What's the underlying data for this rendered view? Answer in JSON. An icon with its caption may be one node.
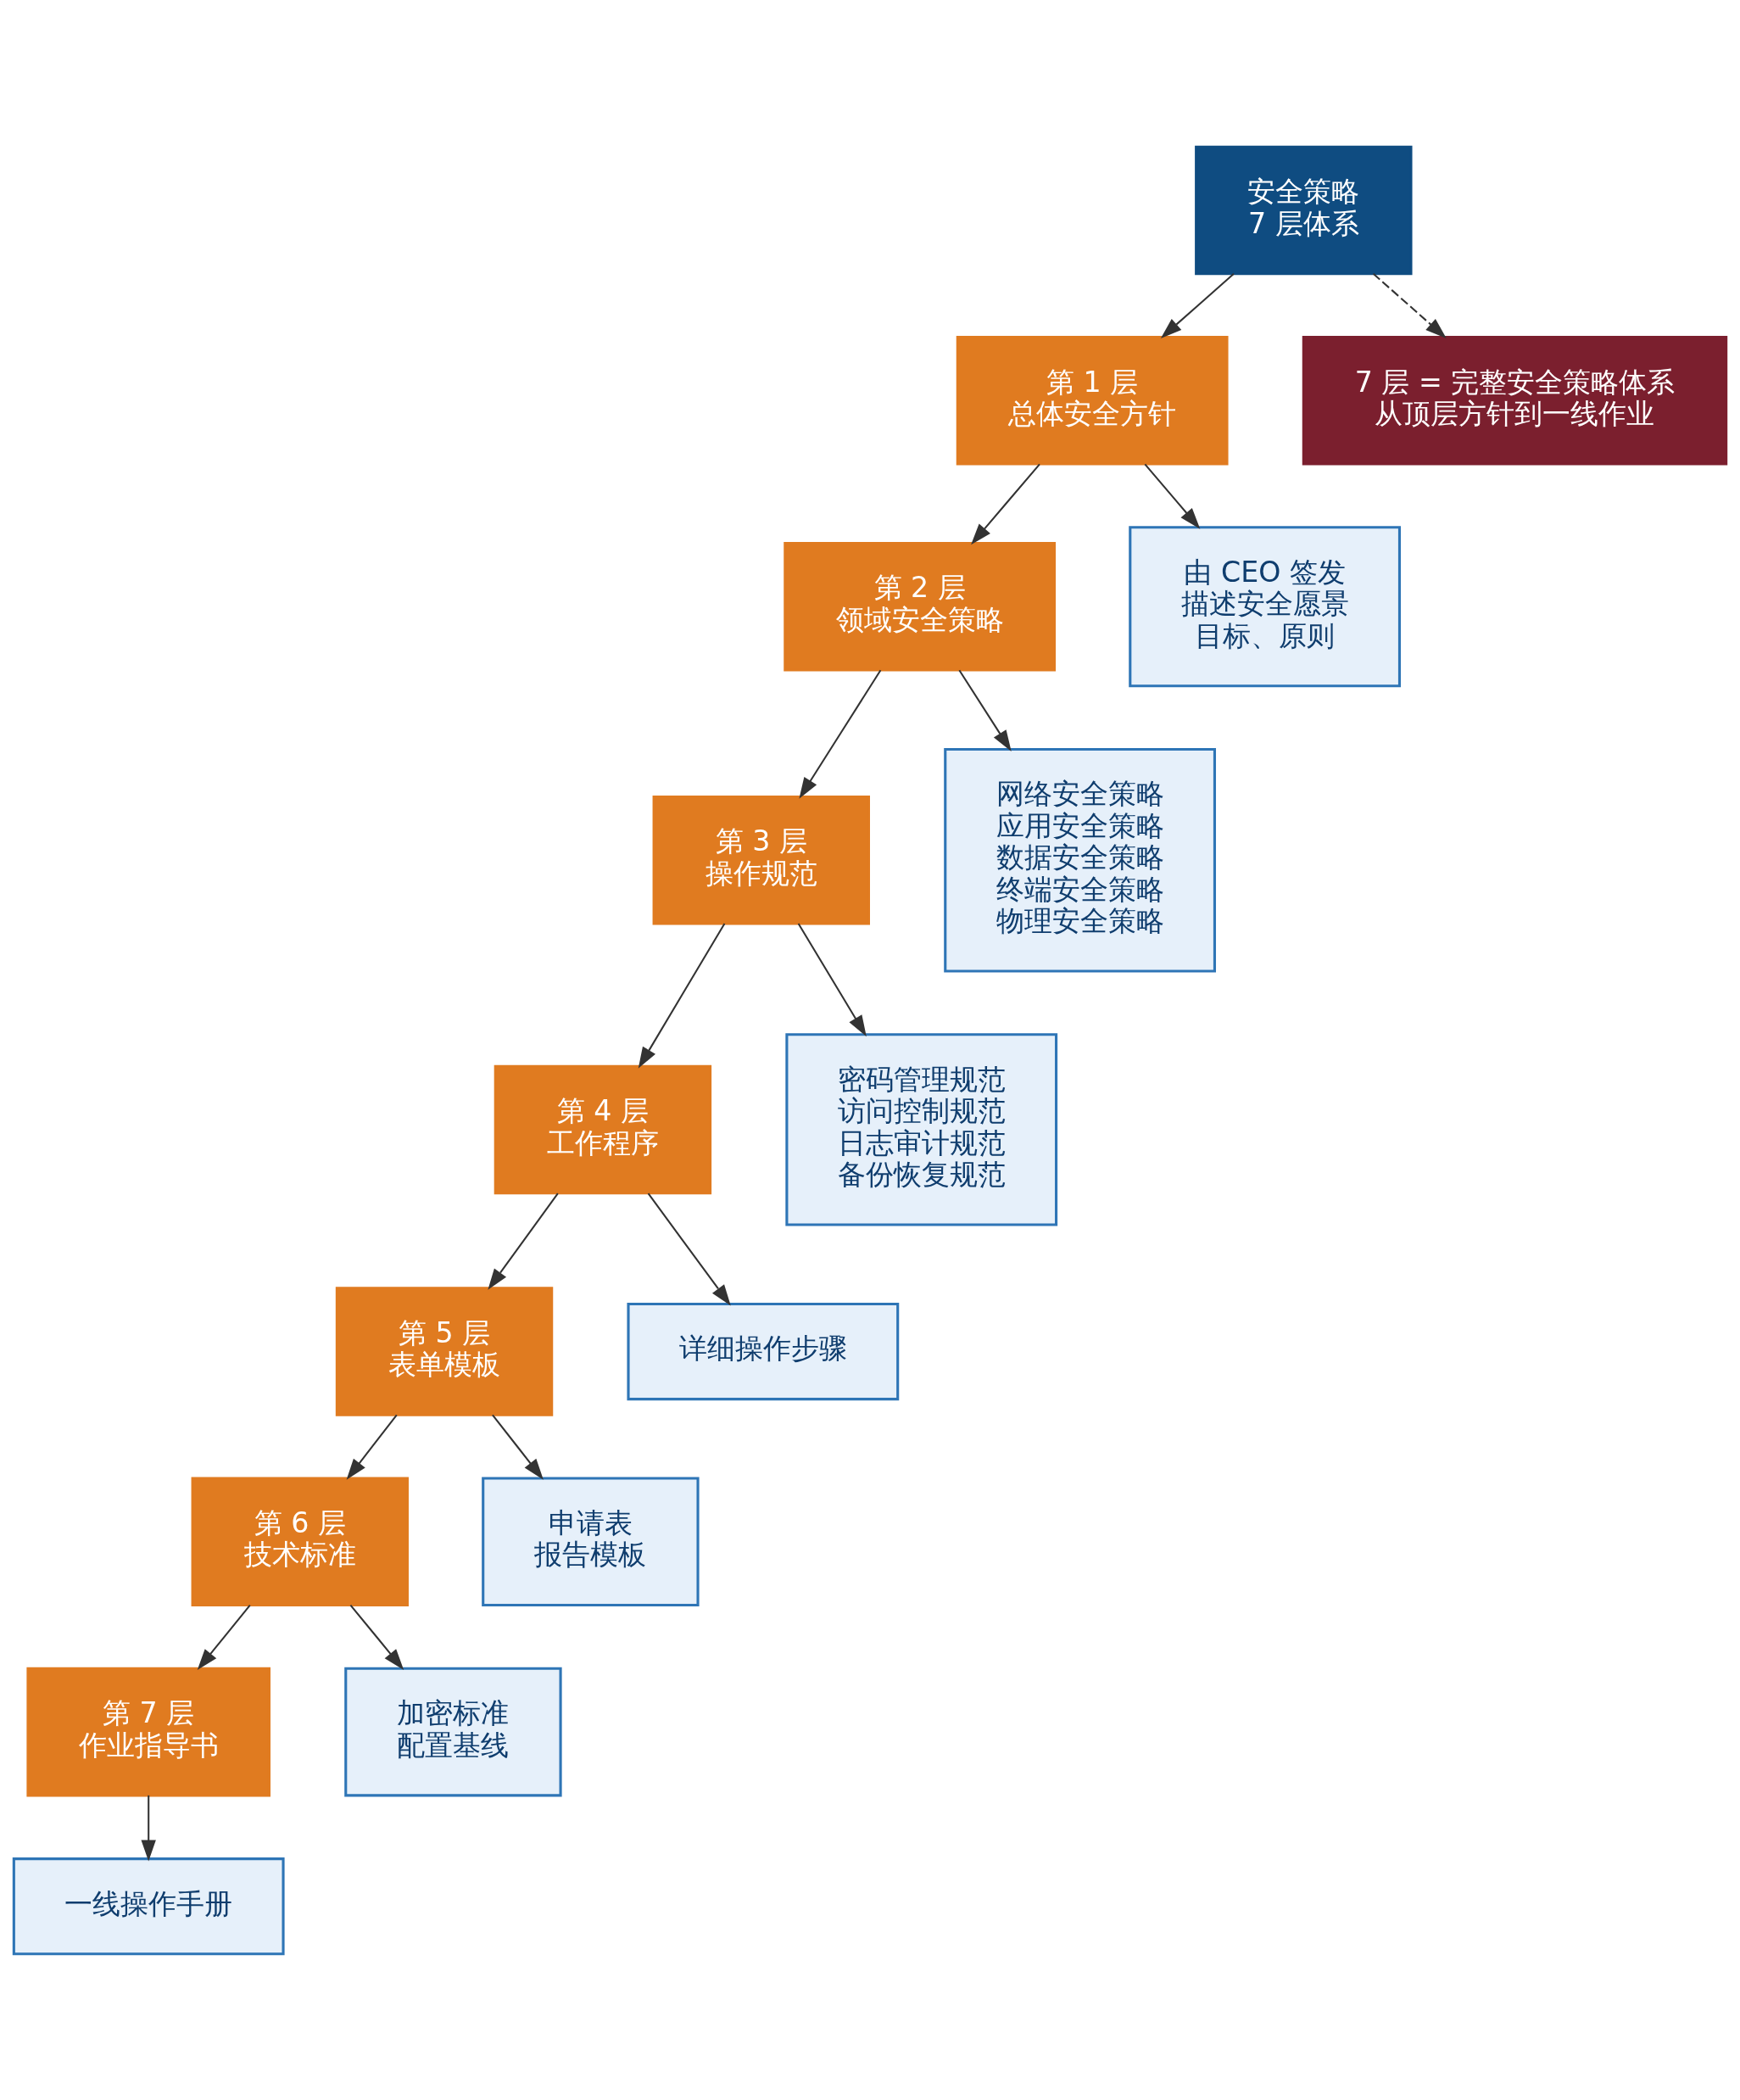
{
  "diagram": {
    "nodes": [
      {
        "text": [
          "安全策略",
          "7 层体系"
        ]
      },
      {
        "text": [
          "第 1 层",
          "总体安全方针"
        ]
      },
      {
        "text": [
          "7 层 = 完整安全策略体系",
          "从顶层方针到一线作业"
        ]
      },
      {
        "text": [
          "第 2 层",
          "领域安全策略"
        ]
      },
      {
        "text": [
          "由 CEO 签发",
          "描述安全愿景",
          "目标、原则"
        ]
      },
      {
        "text": [
          "第 3 层",
          "操作规范"
        ]
      },
      {
        "text": [
          "网络安全策略",
          "应用安全策略",
          "数据安全策略",
          "终端安全策略",
          "物理安全策略"
        ]
      },
      {
        "text": [
          "第 4 层",
          "工作程序"
        ]
      },
      {
        "text": [
          "密码管理规范",
          "访问控制规范",
          "日志审计规范",
          "备份恢复规范"
        ]
      },
      {
        "text": [
          "第 5 层",
          "表单模板"
        ]
      },
      {
        "text": [
          "详细操作步骤"
        ]
      },
      {
        "text": [
          "第 6 层",
          "技术标准"
        ]
      },
      {
        "text": [
          "申请表",
          "报告模板"
        ]
      },
      {
        "text": [
          "第 7 层",
          "作业指导书"
        ]
      },
      {
        "text": [
          "加密标准",
          "配置基线"
        ]
      },
      {
        "text": [
          "一线操作手册"
        ]
      }
    ],
    "edges": [
      {
        "from": 0,
        "to": 1,
        "arrow": "to"
      },
      {
        "from": 0,
        "to": 2,
        "arrow": "to",
        "style": "dashed"
      },
      {
        "from": 1,
        "to": 3,
        "arrow": "to"
      },
      {
        "from": 1,
        "to": 4,
        "arrow": "to"
      },
      {
        "from": 3,
        "to": 5,
        "arrow": "to"
      },
      {
        "from": 3,
        "to": 6,
        "arrow": "to"
      },
      {
        "from": 5,
        "to": 7,
        "arrow": "to"
      },
      {
        "from": 5,
        "to": 8,
        "arrow": "to"
      },
      {
        "from": 7,
        "to": 9,
        "arrow": "to"
      },
      {
        "from": 7,
        "to": 10,
        "arrow": "to"
      },
      {
        "from": 9,
        "to": 11,
        "arrow": "to"
      },
      {
        "from": 9,
        "to": 12,
        "arrow": "to"
      },
      {
        "from": 11,
        "to": 13,
        "arrow": "to"
      },
      {
        "from": 11,
        "to": 14,
        "arrow": "to"
      },
      {
        "from": 13,
        "to": 15,
        "arrow": "to"
      }
    ]
  }
}
